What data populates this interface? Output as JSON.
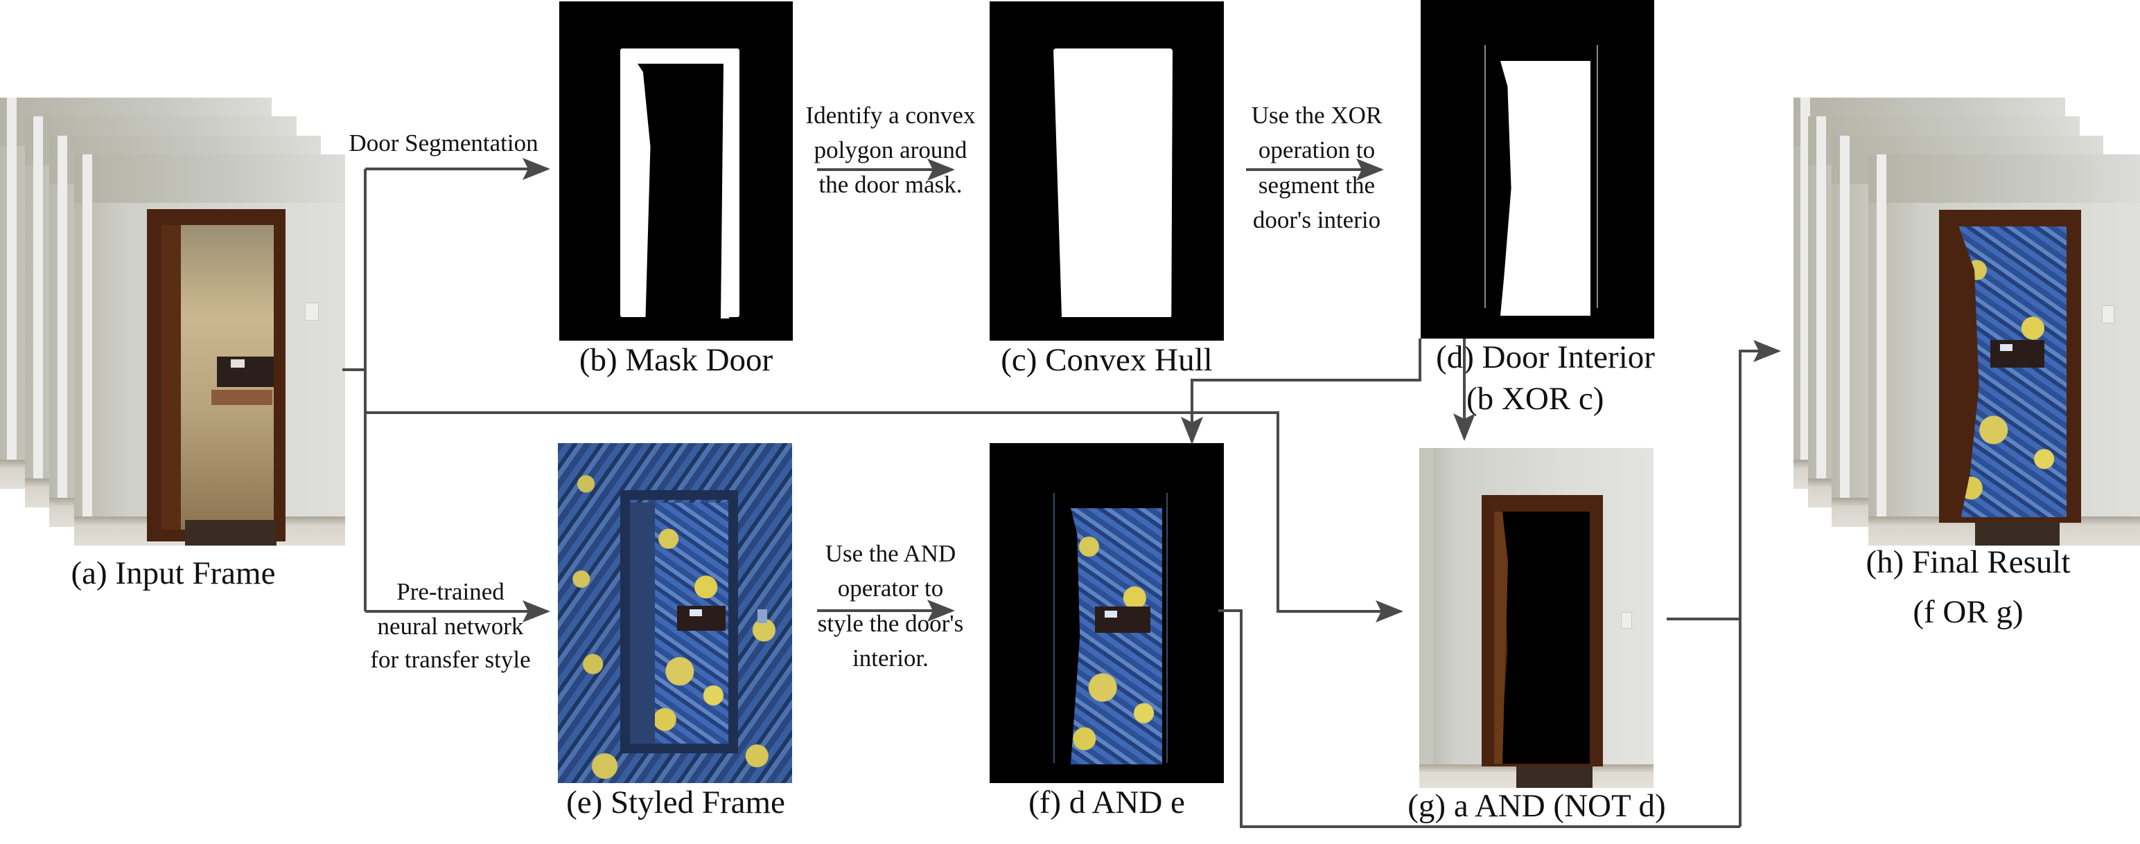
{
  "diagram": {
    "title": "Door interior style transfer pipeline",
    "line_color": "#4a4a4a",
    "panels": {
      "a": {
        "id": "a",
        "caption": "(a) Input Frame"
      },
      "b": {
        "id": "b",
        "caption": "(b) Mask Door"
      },
      "c": {
        "id": "c",
        "caption": "(c) Convex Hull"
      },
      "d": {
        "id": "d",
        "caption_line1": "(d) Door Interior",
        "caption_line2": "(b XOR c)"
      },
      "e": {
        "id": "e",
        "caption": "(e) Styled Frame"
      },
      "f": {
        "id": "f",
        "caption": "(f) d AND e"
      },
      "g": {
        "id": "g",
        "caption": "(g) a AND (NOT d)"
      },
      "h": {
        "id": "h",
        "caption_line1": "(h) Final Result",
        "caption_line2": "(f OR g)"
      }
    },
    "edges": [
      {
        "from": "a",
        "to": "b",
        "label": [
          "Door Segmentation"
        ]
      },
      {
        "from": "b",
        "to": "c",
        "label": [
          "Identify a convex",
          "polygon around",
          "the door mask."
        ]
      },
      {
        "from": "c",
        "to": "d",
        "label": [
          "Use the XOR",
          "operation to",
          "segment the",
          "door's interio"
        ]
      },
      {
        "from": "a",
        "to": "e",
        "label": [
          "Pre-trained",
          "neural network",
          "for transfer style"
        ]
      },
      {
        "from": "e",
        "to": "f",
        "label": [
          "Use the AND",
          "operator to",
          "style the door's",
          "interior."
        ]
      },
      {
        "from": "d",
        "to": "f",
        "label": []
      },
      {
        "from": "d",
        "to": "g",
        "label": []
      },
      {
        "from": "a",
        "to": "g",
        "label": []
      },
      {
        "from": "f",
        "to": "h",
        "label": []
      },
      {
        "from": "g",
        "to": "h",
        "label": []
      }
    ]
  }
}
